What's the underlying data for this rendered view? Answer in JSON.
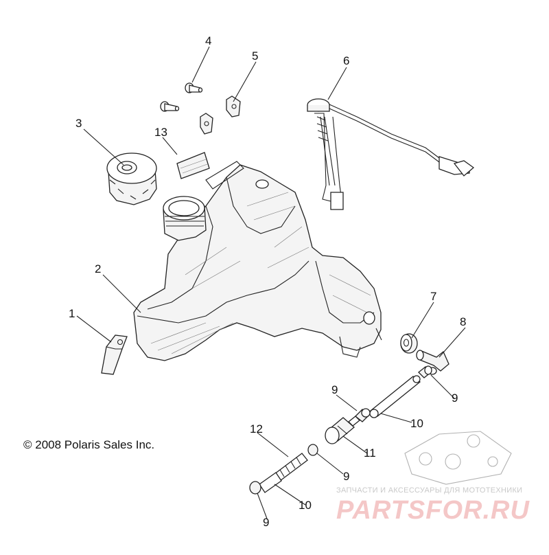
{
  "callouts": [
    "1",
    "2",
    "3",
    "4",
    "5",
    "6",
    "7",
    "8",
    "9",
    "9",
    "9",
    "9",
    "10",
    "10",
    "11",
    "12",
    "13"
  ],
  "copyright": "© 2008 Polaris Sales Inc.",
  "watermark": {
    "tagline": "ЗАПЧАСТИ И АКСЕССУАРЫ ДЛЯ МОТОТЕХНИКИ",
    "logo": "PARTSFOR.RU"
  }
}
